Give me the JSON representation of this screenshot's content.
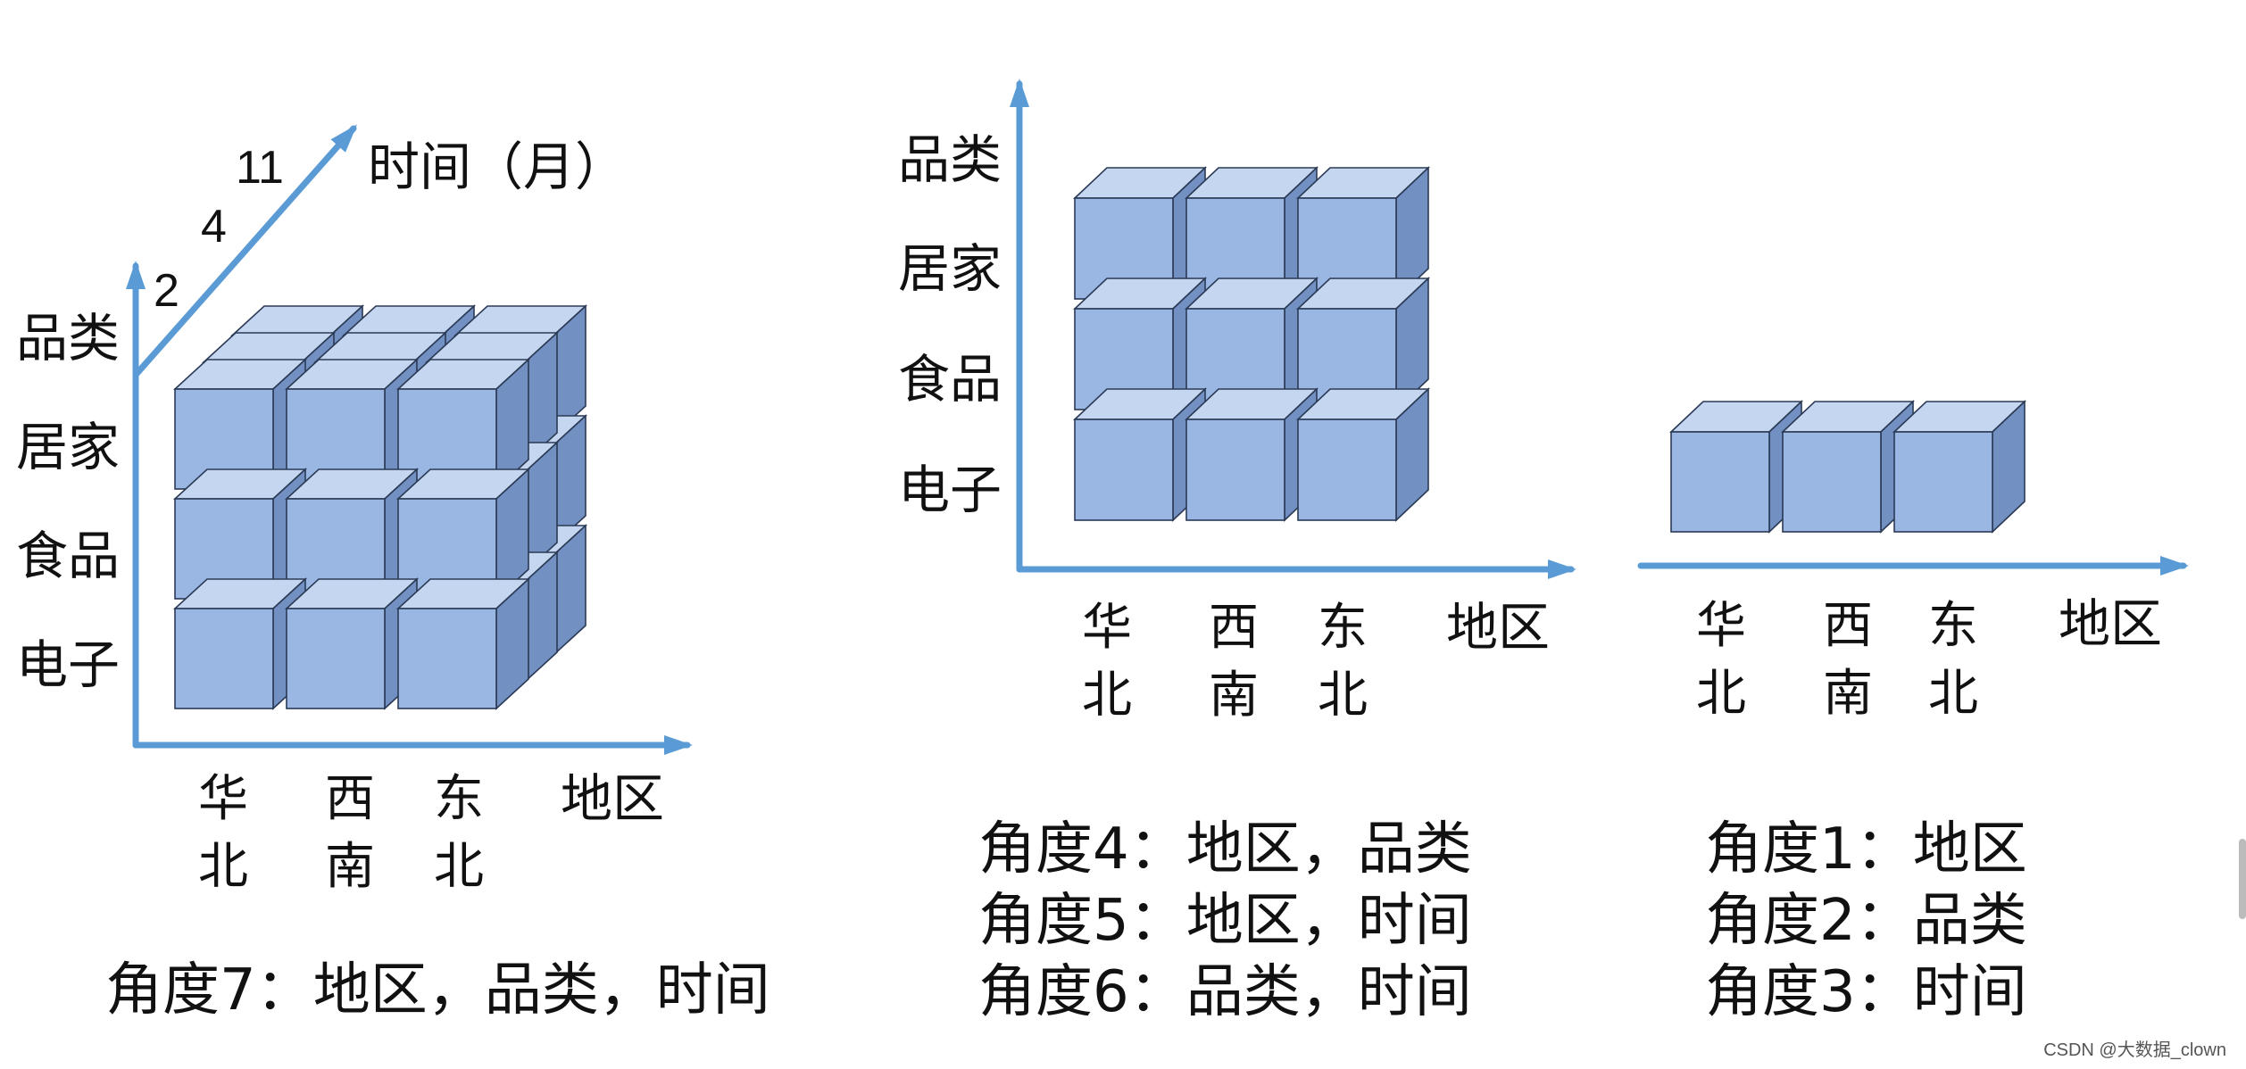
{
  "colors": {
    "axis": "#5b9bd5",
    "cube_front": "#9ab7e4",
    "cube_top": "#c5d6f0",
    "cube_side": "#7390c2",
    "cube_edge": "#2b3a55"
  },
  "diagram1": {
    "y_categories": [
      "品类",
      "居家",
      "食品",
      "电子"
    ],
    "x_categories": [
      "华\n北",
      "西\n南",
      "东\n北"
    ],
    "x_axis_label": "地区",
    "z_ticks": [
      "11",
      "4",
      "2"
    ],
    "z_axis_label": "时间（月）",
    "caption": "角度7：地区，品类，时间"
  },
  "diagram2": {
    "y_categories": [
      "品类",
      "居家",
      "食品",
      "电子"
    ],
    "x_categories": [
      "华\n北",
      "西\n南",
      "东\n北"
    ],
    "x_axis_label": "地区",
    "captions": [
      "角度4：地区，品类",
      "角度5：地区，时间",
      "角度6：品类，时间"
    ]
  },
  "diagram3": {
    "x_categories": [
      "华\n北",
      "西\n南",
      "东\n北"
    ],
    "x_axis_label": "地区",
    "captions": [
      "角度1：地区",
      "角度2：品类",
      "角度3：时间"
    ]
  },
  "watermark": "CSDN @大数据_clown"
}
